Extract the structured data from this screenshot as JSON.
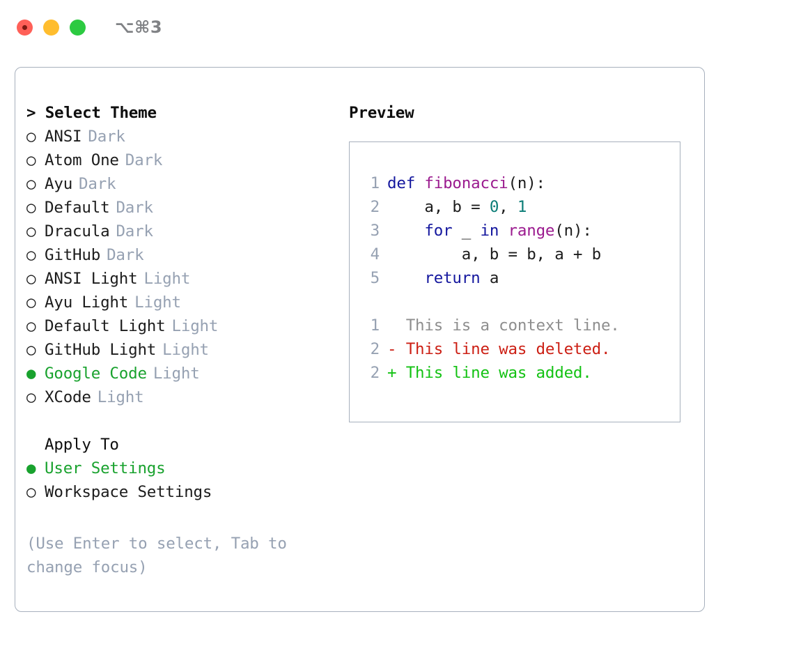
{
  "window": {
    "title": "⌥⌘3",
    "traffic_lights": [
      "close",
      "minimize",
      "maximize"
    ]
  },
  "theme_picker": {
    "header": "> Select Theme",
    "marker_selected": "●",
    "marker_unselected": "○",
    "selected_theme": "Google Code",
    "accent_color": "#19a22e",
    "tag_color": "#96a1b2",
    "items": [
      {
        "label": "ANSI",
        "tag": "Dark",
        "selected": false
      },
      {
        "label": "Atom One",
        "tag": "Dark",
        "selected": false
      },
      {
        "label": "Ayu",
        "tag": "Dark",
        "selected": false
      },
      {
        "label": "Default",
        "tag": "Dark",
        "selected": false
      },
      {
        "label": "Dracula",
        "tag": "Dark",
        "selected": false
      },
      {
        "label": "GitHub",
        "tag": "Dark",
        "selected": false
      },
      {
        "label": "ANSI Light",
        "tag": "Light",
        "selected": false
      },
      {
        "label": "Ayu Light",
        "tag": "Light",
        "selected": false
      },
      {
        "label": "Default Light",
        "tag": "Light",
        "selected": false
      },
      {
        "label": "GitHub Light",
        "tag": "Light",
        "selected": false
      },
      {
        "label": "Google Code",
        "tag": "Light",
        "selected": true
      },
      {
        "label": "XCode",
        "tag": "Light",
        "selected": false
      }
    ]
  },
  "apply_to": {
    "header": "Apply To",
    "selected_option": "User Settings",
    "items": [
      {
        "label": "User Settings",
        "selected": true
      },
      {
        "label": "Workspace Settings",
        "selected": false
      }
    ]
  },
  "hint": {
    "line1": "(Use Enter to select, Tab to",
    "line2": "change focus)"
  },
  "preview": {
    "title": "Preview",
    "code_lines": [
      {
        "number": "1",
        "tokens": [
          {
            "text": "def ",
            "type": "kw"
          },
          {
            "text": "fibonacci",
            "type": "fn"
          },
          {
            "text": "(n):",
            "type": "punct"
          }
        ]
      },
      {
        "number": "2",
        "tokens": [
          {
            "text": "    a, b = ",
            "type": "plain"
          },
          {
            "text": "0",
            "type": "num"
          },
          {
            "text": ", ",
            "type": "plain"
          },
          {
            "text": "1",
            "type": "num"
          }
        ]
      },
      {
        "number": "3",
        "tokens": [
          {
            "text": "    ",
            "type": "plain"
          },
          {
            "text": "for",
            "type": "kw"
          },
          {
            "text": " _ ",
            "type": "plain"
          },
          {
            "text": "in",
            "type": "kw"
          },
          {
            "text": " ",
            "type": "plain"
          },
          {
            "text": "range",
            "type": "fn"
          },
          {
            "text": "(n):",
            "type": "punct"
          }
        ]
      },
      {
        "number": "4",
        "tokens": [
          {
            "text": "        a, b = b, a + b",
            "type": "plain"
          }
        ]
      },
      {
        "number": "5",
        "tokens": [
          {
            "text": "    ",
            "type": "plain"
          },
          {
            "text": "return",
            "type": "kw"
          },
          {
            "text": " a",
            "type": "plain"
          }
        ]
      }
    ],
    "diff_lines": [
      {
        "number": "1",
        "sign": " ",
        "text": " This is a context line.",
        "kind": "context"
      },
      {
        "number": "2",
        "sign": "-",
        "text": " This line was deleted.",
        "kind": "deleted"
      },
      {
        "number": "2",
        "sign": "+",
        "text": " This line was added.",
        "kind": "added"
      }
    ],
    "diff_colors": {
      "context": "#8e8e8e",
      "deleted": "#cc1f14",
      "added": "#13c213"
    },
    "syntax_colors": {
      "keyword": "#14179e",
      "function": "#9b1b8f",
      "number": "#0b7d77",
      "plain": "#1c1c1c",
      "lineno": "#96a1b2"
    }
  }
}
